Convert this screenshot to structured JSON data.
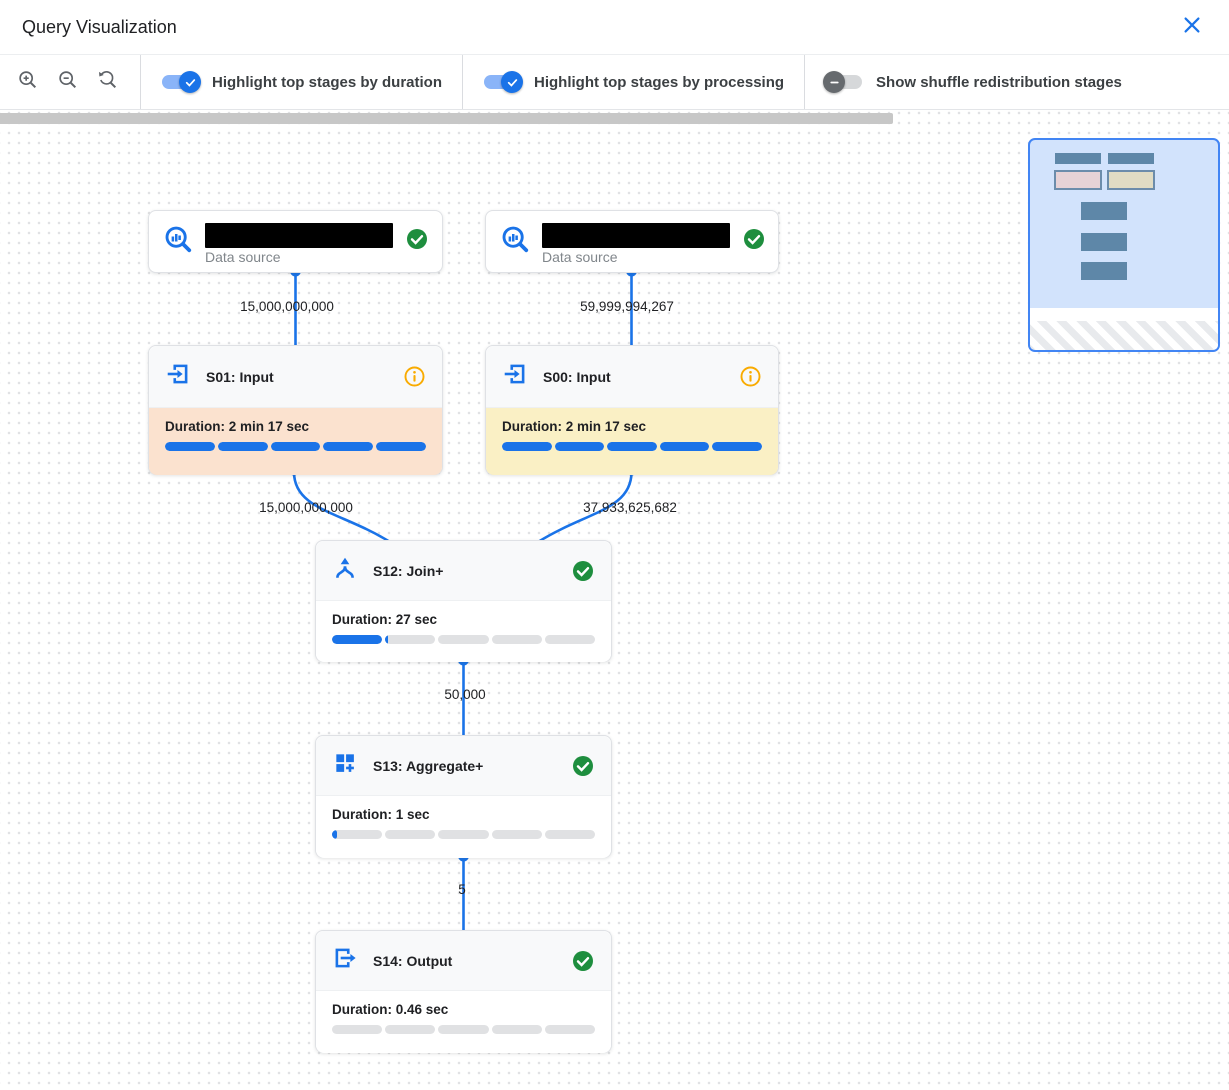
{
  "header": {
    "title": "Query Visualization"
  },
  "toolbar": {
    "zoom_in": "zoom in",
    "zoom_out": "zoom out",
    "zoom_reset": "reset zoom",
    "toggles": [
      {
        "label": "Highlight top stages by duration",
        "state": "on"
      },
      {
        "label": "Highlight top stages by processing",
        "state": "on"
      },
      {
        "label": "Show shuffle redistribution stages",
        "state": "off"
      }
    ]
  },
  "graph": {
    "sources": [
      {
        "label": "Data source",
        "name_redacted": true,
        "status": "completed"
      },
      {
        "label": "Data source",
        "name_redacted": true,
        "status": "completed"
      }
    ],
    "stages": [
      {
        "title": "S01: Input",
        "icon": "input-icon",
        "status": "info",
        "duration_label": "Duration: 2 min 17 sec",
        "progress_pct": 100,
        "highlight": "duration"
      },
      {
        "title": "S00: Input",
        "icon": "input-icon",
        "status": "info",
        "duration_label": "Duration: 2 min 17 sec",
        "progress_pct": 100,
        "highlight": "processing"
      },
      {
        "title": "S12: Join+",
        "icon": "join-icon",
        "status": "completed",
        "duration_label": "Duration: 27 sec",
        "progress_pct": 21,
        "highlight": "none"
      },
      {
        "title": "S13: Aggregate+",
        "icon": "aggregate-icon",
        "status": "completed",
        "duration_label": "Duration: 1 sec",
        "progress_pct": 2,
        "highlight": "none"
      },
      {
        "title": "S14: Output",
        "icon": "output-icon",
        "status": "completed",
        "duration_label": "Duration: 0.46 sec",
        "progress_pct": 0,
        "highlight": "none"
      }
    ],
    "edges": [
      {
        "from": "data-source-1",
        "to": "S01",
        "label": "15,000,000,000"
      },
      {
        "from": "data-source-2",
        "to": "S00",
        "label": "59,999,994,267"
      },
      {
        "from": "S01",
        "to": "S12",
        "label": "15,000,000,000"
      },
      {
        "from": "S00",
        "to": "S12",
        "label": "37,933,625,682"
      },
      {
        "from": "S12",
        "to": "S13",
        "label": "50,000"
      },
      {
        "from": "S13",
        "to": "S14",
        "label": "5"
      }
    ]
  },
  "colors": {
    "accent_blue": "#1a73e8",
    "success_green": "#1e8e3e",
    "warning_orange": "#f9ab00",
    "duration_highlight_bg": "#fbe2cf",
    "processing_highlight_bg": "#faf0c5",
    "minimap_bg": "#d2e3fc"
  }
}
